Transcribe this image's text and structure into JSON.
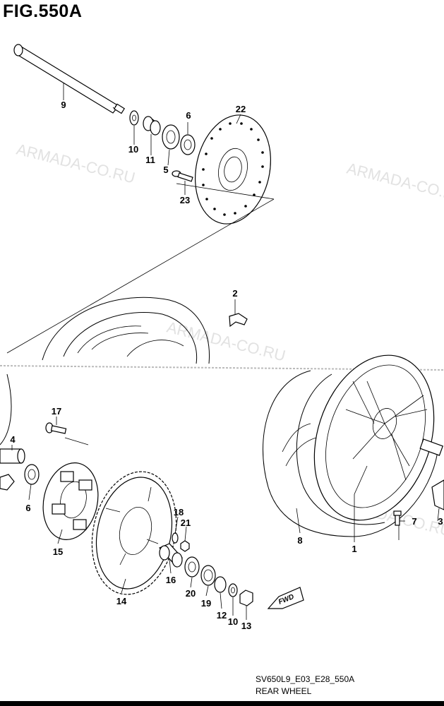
{
  "figure": {
    "title": "FIG.550A",
    "code": "SV650L9_E03_E28_550A",
    "caption": "REAR WHEEL",
    "watermark": "ARMADA-CO.RU"
  },
  "callouts": [
    {
      "id": "p9",
      "label": "9"
    },
    {
      "id": "p6a",
      "label": "6"
    },
    {
      "id": "p22",
      "label": "22"
    },
    {
      "id": "p10a",
      "label": "10"
    },
    {
      "id": "p11",
      "label": "11"
    },
    {
      "id": "p5",
      "label": "5"
    },
    {
      "id": "p23",
      "label": "23"
    },
    {
      "id": "p2",
      "label": "2"
    },
    {
      "id": "p17",
      "label": "17"
    },
    {
      "id": "p4",
      "label": "4"
    },
    {
      "id": "p6b",
      "label": "6"
    },
    {
      "id": "p15",
      "label": "15"
    },
    {
      "id": "p18",
      "label": "18"
    },
    {
      "id": "p21",
      "label": "21"
    },
    {
      "id": "p16",
      "label": "16"
    },
    {
      "id": "p14",
      "label": "14"
    },
    {
      "id": "p20",
      "label": "20"
    },
    {
      "id": "p19",
      "label": "19"
    },
    {
      "id": "p12",
      "label": "12"
    },
    {
      "id": "p10b",
      "label": "10"
    },
    {
      "id": "p13",
      "label": "13"
    },
    {
      "id": "p8",
      "label": "8"
    },
    {
      "id": "p1",
      "label": "1"
    },
    {
      "id": "p7",
      "label": "7"
    },
    {
      "id": "p3",
      "label": "3"
    }
  ],
  "fwd_label": "FWD"
}
